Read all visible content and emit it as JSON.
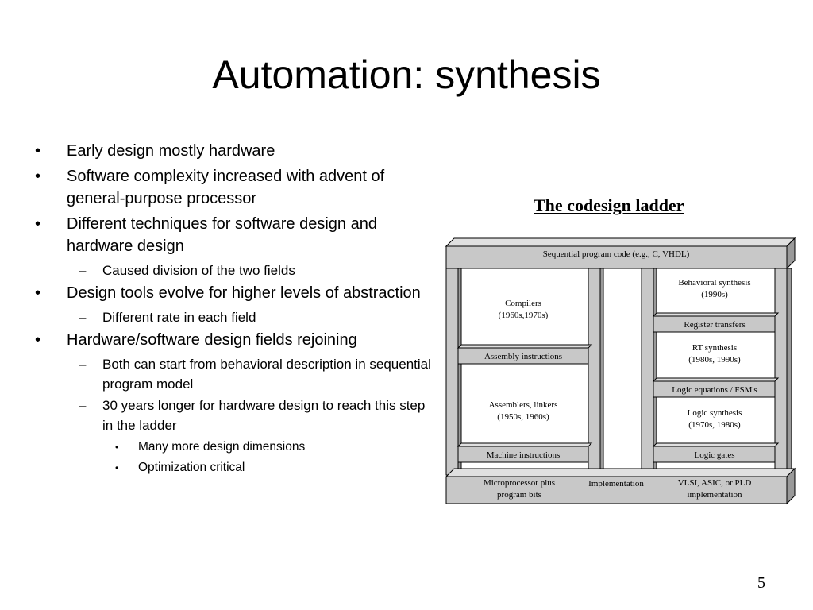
{
  "slide": {
    "title": "Automation: synthesis",
    "number": "5"
  },
  "bullets": [
    {
      "level": 1,
      "text": "Early design mostly hardware"
    },
    {
      "level": 1,
      "text": "Software complexity increased with advent of general-purpose processor"
    },
    {
      "level": 1,
      "text": "Different techniques for software design and hardware design"
    },
    {
      "level": 2,
      "text": "Caused division of the two fields"
    },
    {
      "level": 1,
      "text": "Design tools evolve for higher levels of abstraction"
    },
    {
      "level": 2,
      "text": "Different rate in each field"
    },
    {
      "level": 1,
      "text": "Hardware/software design fields rejoining"
    },
    {
      "level": 2,
      "text": "Both can start from behavioral description in sequential program model"
    },
    {
      "level": 2,
      "text": "30 years longer for hardware design to reach this step in the ladder"
    },
    {
      "level": 3,
      "text": "Many more design dimensions"
    },
    {
      "level": 3,
      "text": "Optimization critical"
    }
  ],
  "ladder": {
    "title": "The codesign ladder",
    "top_bar": "Sequential program code (e.g., C, VHDL)",
    "left": {
      "compilers": [
        "Compilers",
        "(1960s,1970s)"
      ],
      "assembly": "Assembly instructions",
      "assemblers": [
        "Assemblers, linkers",
        "(1950s, 1960s)"
      ],
      "machine": "Machine instructions",
      "bottom": [
        "Microprocessor plus",
        "program bits"
      ]
    },
    "center": {
      "implementation": "Implementation"
    },
    "right": {
      "behavioral": [
        "Behavioral synthesis",
        "(1990s)"
      ],
      "register": "Register transfers",
      "rt": [
        "RT synthesis",
        "(1980s, 1990s)"
      ],
      "logic_eq": "Logic equations / FSM's",
      "logic_synth": [
        "Logic synthesis",
        "(1970s, 1980s)"
      ],
      "gates": "Logic gates",
      "bottom": [
        "VLSI, ASIC, or PLD",
        "implementation"
      ]
    },
    "colors": {
      "bar_fill": "#c8c8c8",
      "bar_shade": "#9a9a9a",
      "outline": "#000000"
    }
  }
}
